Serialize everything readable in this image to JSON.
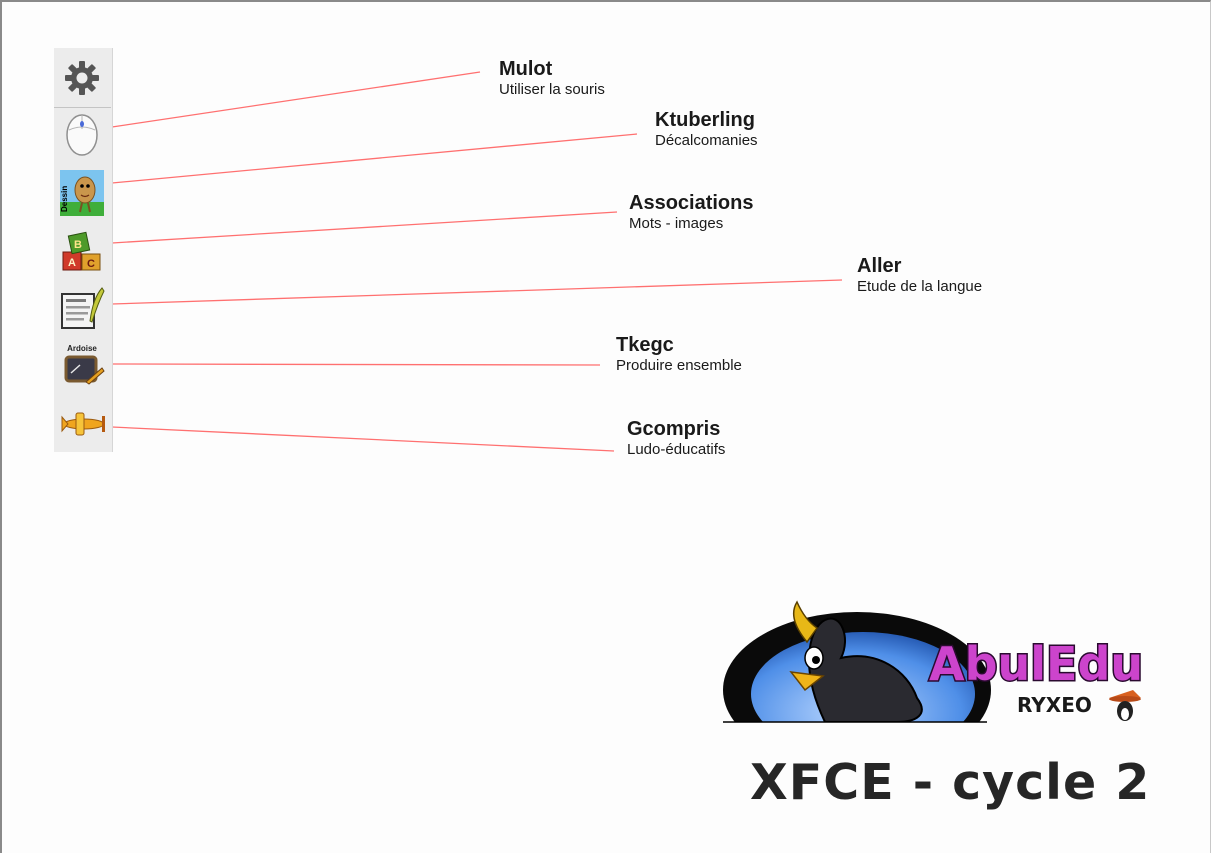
{
  "panel": {
    "items": [
      {
        "name": "settings",
        "icon": "gear-icon"
      },
      {
        "name": "mulot",
        "icon": "mouse-icon"
      },
      {
        "name": "ktuberling",
        "icon": "potato-icon",
        "icon_text": "Dessin"
      },
      {
        "name": "associations",
        "icon": "abc-blocks-icon"
      },
      {
        "name": "aller",
        "icon": "quill-document-icon"
      },
      {
        "name": "tkegc",
        "icon": "slate-icon",
        "icon_text": "Ardoise"
      },
      {
        "name": "gcompris",
        "icon": "airplane-icon"
      }
    ]
  },
  "callouts": [
    {
      "title": "Mulot",
      "subtitle": "Utiliser la souris"
    },
    {
      "title": "Ktuberling",
      "subtitle": "Décalcomanies"
    },
    {
      "title": "Associations",
      "subtitle": "Mots - images"
    },
    {
      "title": "Aller",
      "subtitle": "Etude de la langue"
    },
    {
      "title": "Tkegc",
      "subtitle": "Produire ensemble"
    },
    {
      "title": "Gcompris",
      "subtitle": "Ludo-éducatifs"
    }
  ],
  "logo": {
    "brand": "AbulEdu",
    "sub": "RYXEO"
  },
  "caption": "XFCE - cycle 2",
  "colors": {
    "callout_line": "#ff7070",
    "brand_purple": "#c040c8"
  }
}
